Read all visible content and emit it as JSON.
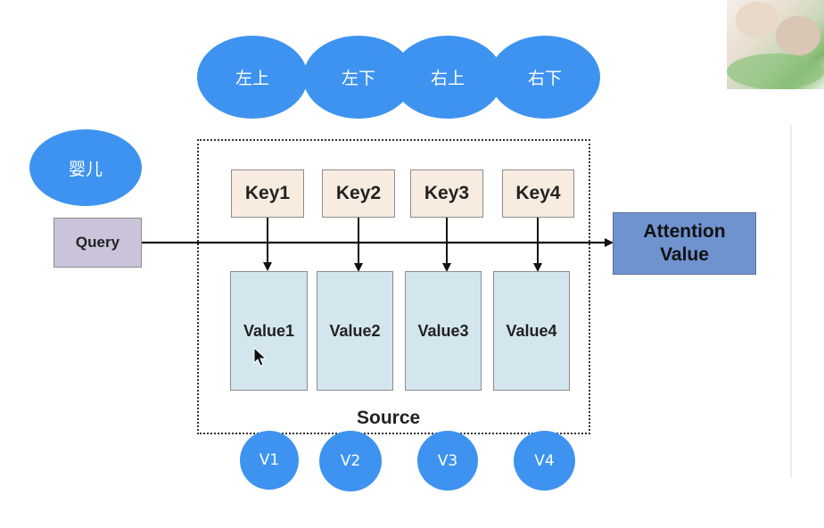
{
  "top_ellipses": [
    "左上",
    "左下",
    "右上",
    "右下"
  ],
  "query_ellipse": "婴儿",
  "query_label": "Query",
  "keys": [
    "Key1",
    "Key2",
    "Key3",
    "Key4"
  ],
  "values": [
    "Value1",
    "Value2",
    "Value3",
    "Value4"
  ],
  "source_label": "Source",
  "attention_line1": "Attention",
  "attention_line2": "Value",
  "bottom_circles": [
    "V1",
    "V2",
    "V3",
    "V4"
  ],
  "colors": {
    "ellipse_blue": "#3f93f0",
    "key_fill": "#f8ebdf",
    "value_fill": "#d3e6ee",
    "query_fill": "#cbc3da",
    "attention_fill": "#6f93cf"
  }
}
